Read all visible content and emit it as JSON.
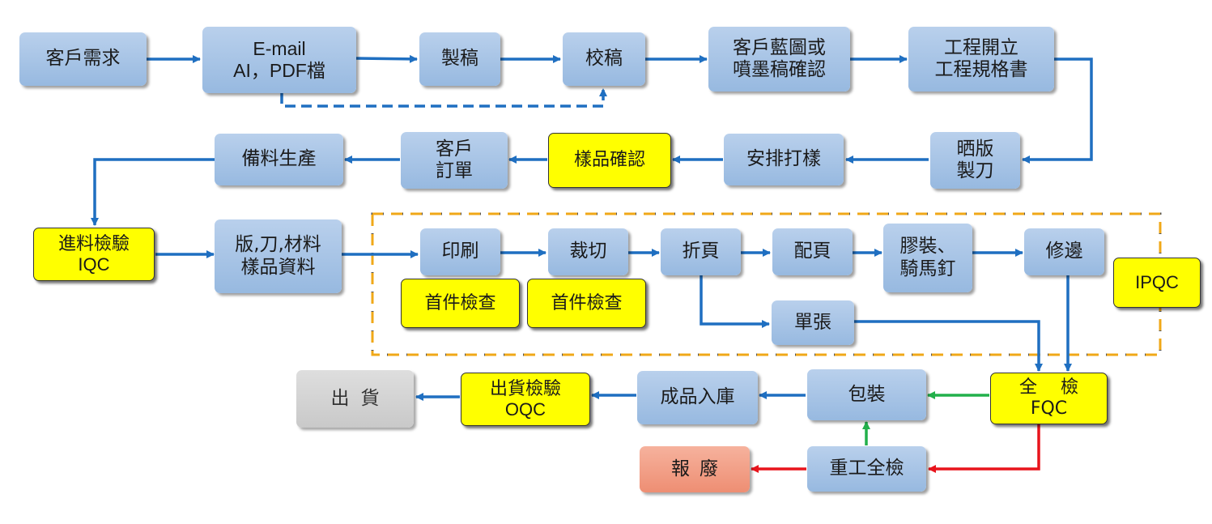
{
  "nodes": {
    "customer_demand": "客戶需求",
    "email_files": "E-mail\nAI，PDF檔",
    "drafting": "製稿",
    "proofreading": "校稿",
    "customer_blueprint": "客戶藍圖或\n噴墨稿確認",
    "engineering": "工程開立\n工程規格書",
    "plate_die": "晒版\n製刀",
    "arrange_sample": "安排打樣",
    "sample_confirm": "樣品確認",
    "customer_order": "客戶\n訂單",
    "material_prep": "備料生產",
    "iqc": "進料檢驗\nIQC",
    "plate_data": "版,刀,材料\n樣品資料",
    "printing": "印刷",
    "cutting": "裁切",
    "folding": "折頁",
    "collating": "配頁",
    "binding": "膠裝、\n騎馬釘",
    "trimming": "修邊",
    "first_check_1": "首件檢查",
    "first_check_2": "首件檢查",
    "single_sheet": "單張",
    "ipqc": "IPQC",
    "fqc": "全　 檢\nFQC",
    "packaging": "包裝",
    "warehouse": "成品入庫",
    "oqc": "出貨檢驗\nOQC",
    "shipping": "出貨",
    "rework": "重工全檢",
    "scrap": "報廢"
  },
  "colors": {
    "arrow_blue": "#1f6fc1",
    "arrow_green": "#22b04b",
    "arrow_red": "#e8141c",
    "dash_orange": "#f0a818",
    "dash_gray": "#555555"
  }
}
